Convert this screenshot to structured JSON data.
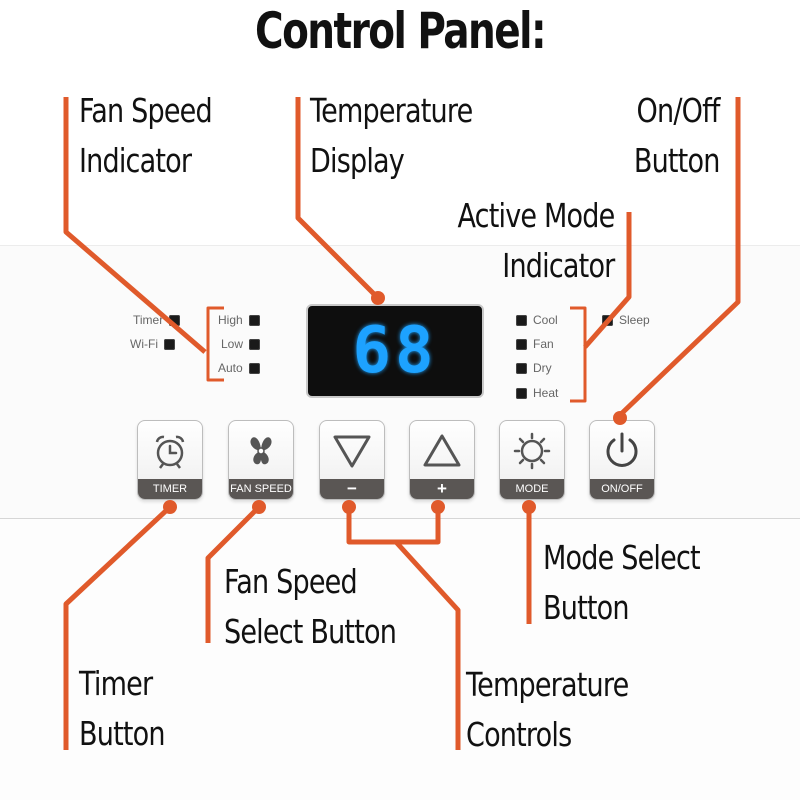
{
  "title": "Control Panel:",
  "callouts": {
    "fan_speed_indicator": [
      "Fan Speed",
      "Indicator"
    ],
    "temperature_display": [
      "Temperature",
      "Display"
    ],
    "on_off_button": [
      "On/Off",
      "Button"
    ],
    "active_mode_indicator": [
      "Active Mode",
      "Indicator"
    ],
    "fan_speed_select": [
      "Fan Speed",
      "Select Button"
    ],
    "mode_select": [
      "Mode Select",
      "Button"
    ],
    "timer_button": [
      "Timer",
      "Button"
    ],
    "temperature_controls": [
      "Temperature",
      "Controls"
    ]
  },
  "panel": {
    "status": {
      "timer": "Timer",
      "wifi": "Wi-Fi"
    },
    "fan_speeds": [
      "High",
      "Low",
      "Auto"
    ],
    "modes": [
      "Cool",
      "Fan",
      "Dry",
      "Heat"
    ],
    "sleep": "Sleep",
    "temperature": "68",
    "buttons": {
      "timer": "TIMER",
      "fan_speed": "FAN SPEED",
      "temp_down": "−",
      "temp_up": "+",
      "mode": "MODE",
      "on_off": "ON/OFF"
    }
  },
  "colors": {
    "callout_line": "#e05a2b",
    "display_digits": "#1da2ff",
    "button_bar": "#5a5654"
  },
  "icons": {
    "timer": "alarm-clock-icon",
    "fan_speed": "fan-icon",
    "temp_down": "triangle-down-icon",
    "temp_up": "triangle-up-icon",
    "mode": "sun-icon",
    "on_off": "power-icon"
  }
}
